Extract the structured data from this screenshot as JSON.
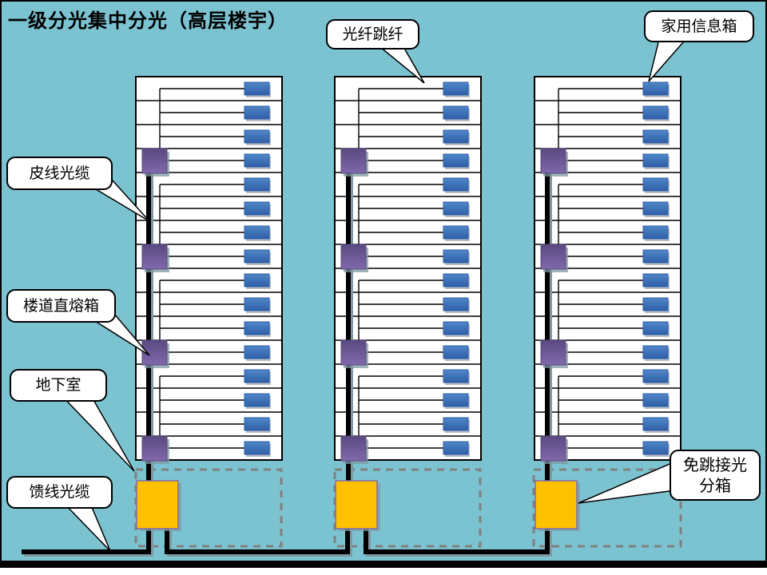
{
  "title": "一级分光集中分光（高层楼宇）",
  "callouts": {
    "fiber_jumper": "光纤跳纤",
    "home_info_box": "家用信息箱",
    "drop_cable": "皮线光缆",
    "corridor_splice_box": "楼道直熔箱",
    "basement": "地下室",
    "feeder_cable": "馈线光缆",
    "splitter_box_line1": "免跳接光",
    "splitter_box_line2": "分箱"
  },
  "diagram": {
    "building_count": 3,
    "floors_per_building": 16,
    "floors_per_group": 4,
    "splice_boxes_per_building": 4,
    "splitter_boxes": 3,
    "info_boxes_per_floor": 1
  },
  "colors": {
    "background": "#7CC3D1",
    "building_fill": "#FFFFFF",
    "outline": "#000000",
    "info_box_top": "#5088C8",
    "info_box_bottom": "#2E5EA8",
    "info_box_border": "#2C5CA6",
    "splice_box_top": "#5A4980",
    "splice_box_bottom": "#8169AC",
    "splitter_fill": "#FFC000",
    "splitter_border": "#7E6DA8",
    "dashed_outline": "#808080",
    "shadow_on_white": "#B9BEC6",
    "shadow_on_teal": "#7F99A3"
  }
}
